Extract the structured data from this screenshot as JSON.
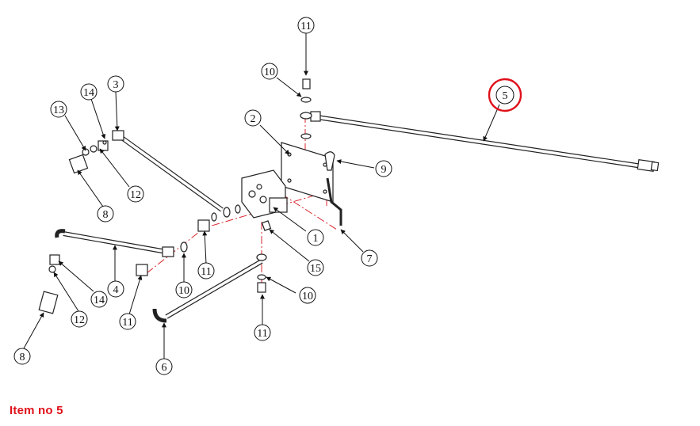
{
  "caption": "Item no 5",
  "highlight_color": "#e0101a",
  "callouts": [
    {
      "id": "c11a",
      "label": "11"
    },
    {
      "id": "c10a",
      "label": "10"
    },
    {
      "id": "c5",
      "label": "5"
    },
    {
      "id": "c2",
      "label": "2"
    },
    {
      "id": "c3",
      "label": "3"
    },
    {
      "id": "c14a",
      "label": "14"
    },
    {
      "id": "c13",
      "label": "13"
    },
    {
      "id": "c9",
      "label": "9"
    },
    {
      "id": "c12a",
      "label": "12"
    },
    {
      "id": "c8a",
      "label": "8"
    },
    {
      "id": "c1",
      "label": "1"
    },
    {
      "id": "c15",
      "label": "15"
    },
    {
      "id": "c7",
      "label": "7"
    },
    {
      "id": "c11b",
      "label": "11"
    },
    {
      "id": "c4",
      "label": "4"
    },
    {
      "id": "c14b",
      "label": "14"
    },
    {
      "id": "c10b",
      "label": "10"
    },
    {
      "id": "c12b",
      "label": "12"
    },
    {
      "id": "c11c",
      "label": "11"
    },
    {
      "id": "c10c",
      "label": "10"
    },
    {
      "id": "c11d",
      "label": "11"
    },
    {
      "id": "c8b",
      "label": "8"
    },
    {
      "id": "c6",
      "label": "6"
    }
  ]
}
